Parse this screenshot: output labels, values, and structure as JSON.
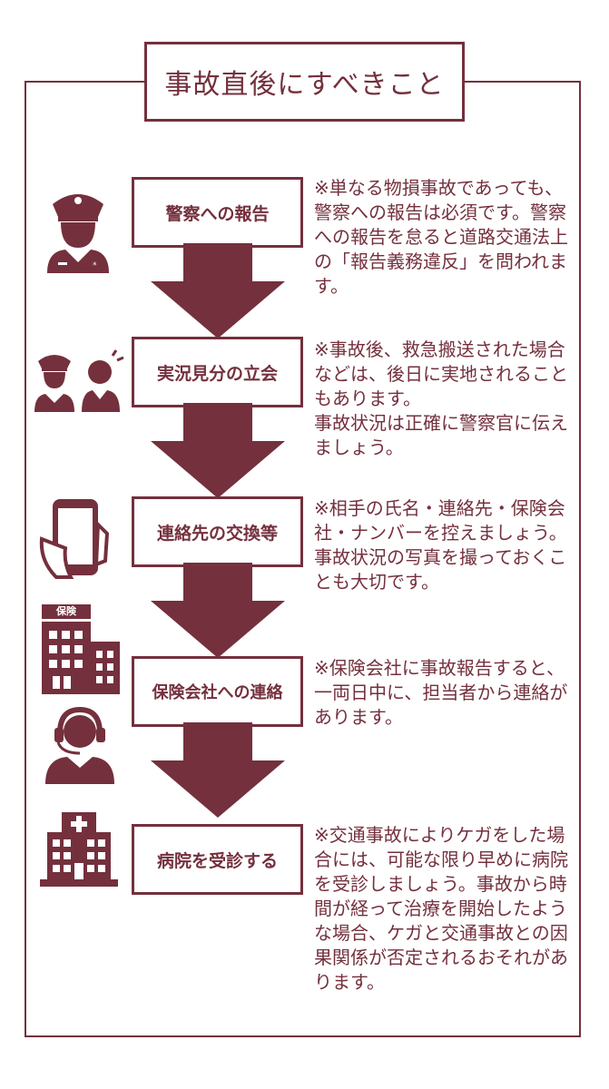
{
  "title": "事故直後にすべきこと",
  "colors": {
    "accent": "#74303d"
  },
  "steps": [
    {
      "label": "警察への報告",
      "icon": "police-officer-icon",
      "notes": [
        "※単なる物損事故であっても、警察への報告は必須です。警察への報告を怠ると道路交通法上の「報告義務違反」を問われます。"
      ]
    },
    {
      "label": "実況見分の立会",
      "icon": "police-and-person-icon",
      "notes": [
        "※事故後、救急搬送された場合などは、後日に実地されることもあります。",
        "事故状況は正確に警察官に伝えましょう。"
      ]
    },
    {
      "label": "連絡先の交換等",
      "icon": "smartphone-icon",
      "notes": [
        "※相手の氏名・連絡先・保険会社・ナンバーを控えましょう。",
        "事故状況の写真を撮っておくことも大切です。"
      ]
    },
    {
      "label": "保険会社への連絡",
      "icon": "insurance-building-icon",
      "building_label": "保険",
      "notes": [
        "※保険会社に事故報告すると、一両日中に、担当者から連絡があります。"
      ]
    },
    {
      "label": "病院を受診する",
      "icon": "hospital-icon",
      "notes": [
        "※交通事故によりケガをした場合には、可能な限り早めに病院を受診しましょう。事故から時間が経って治療を開始したような場合、ケガと交通事故との因果関係が否定されるおそれがあります。"
      ]
    }
  ]
}
